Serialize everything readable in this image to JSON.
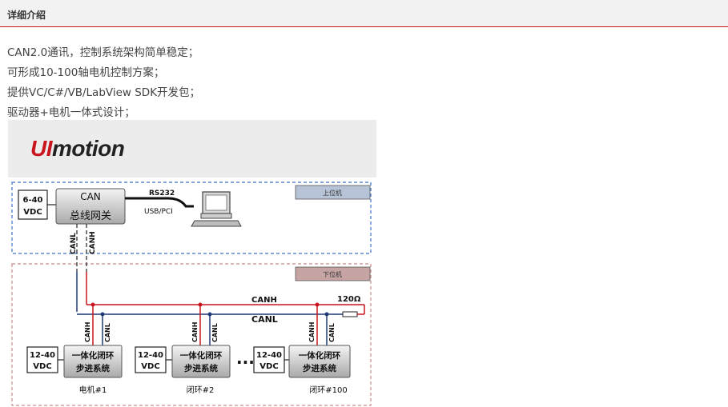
{
  "section": {
    "title": "详细介绍"
  },
  "features": [
    "CAN2.0通讯，控制系统架构简单稳定；",
    "可形成10-100轴电机控制方案；",
    "提供VC/C#/VB/LabView SDK开发包；",
    "驱动器+电机一体式设计；"
  ],
  "diagram": {
    "logo": {
      "part1": "UI",
      "part2": "motion"
    },
    "upper_label": "上位机",
    "lower_label": "下位机",
    "power_top": [
      "6-40",
      "VDC"
    ],
    "gateway": [
      "CAN",
      "总线网关"
    ],
    "link": [
      "RS232",
      "USB/PCI"
    ],
    "canl": "CANL",
    "canh": "CANH",
    "terminator": "120Ω",
    "dots": "···",
    "nodes": [
      {
        "power": [
          "12-40",
          "VDC"
        ],
        "box": [
          "一体化闭环",
          "步进系统"
        ],
        "caption": "电机#1"
      },
      {
        "power": [
          "12-40",
          "VDC"
        ],
        "box": [
          "一体化闭环",
          "步进系统"
        ],
        "caption": "闭环#2"
      },
      {
        "power": [
          "12-40",
          "VDC"
        ],
        "box": [
          "一体化闭环",
          "步进系统"
        ],
        "caption": "闭环#100"
      }
    ],
    "colors": {
      "canh": "#c9151e",
      "canl": "#1f3a78",
      "blue_dash": "#3b72c4",
      "red_dash": "#c98a8a"
    }
  }
}
